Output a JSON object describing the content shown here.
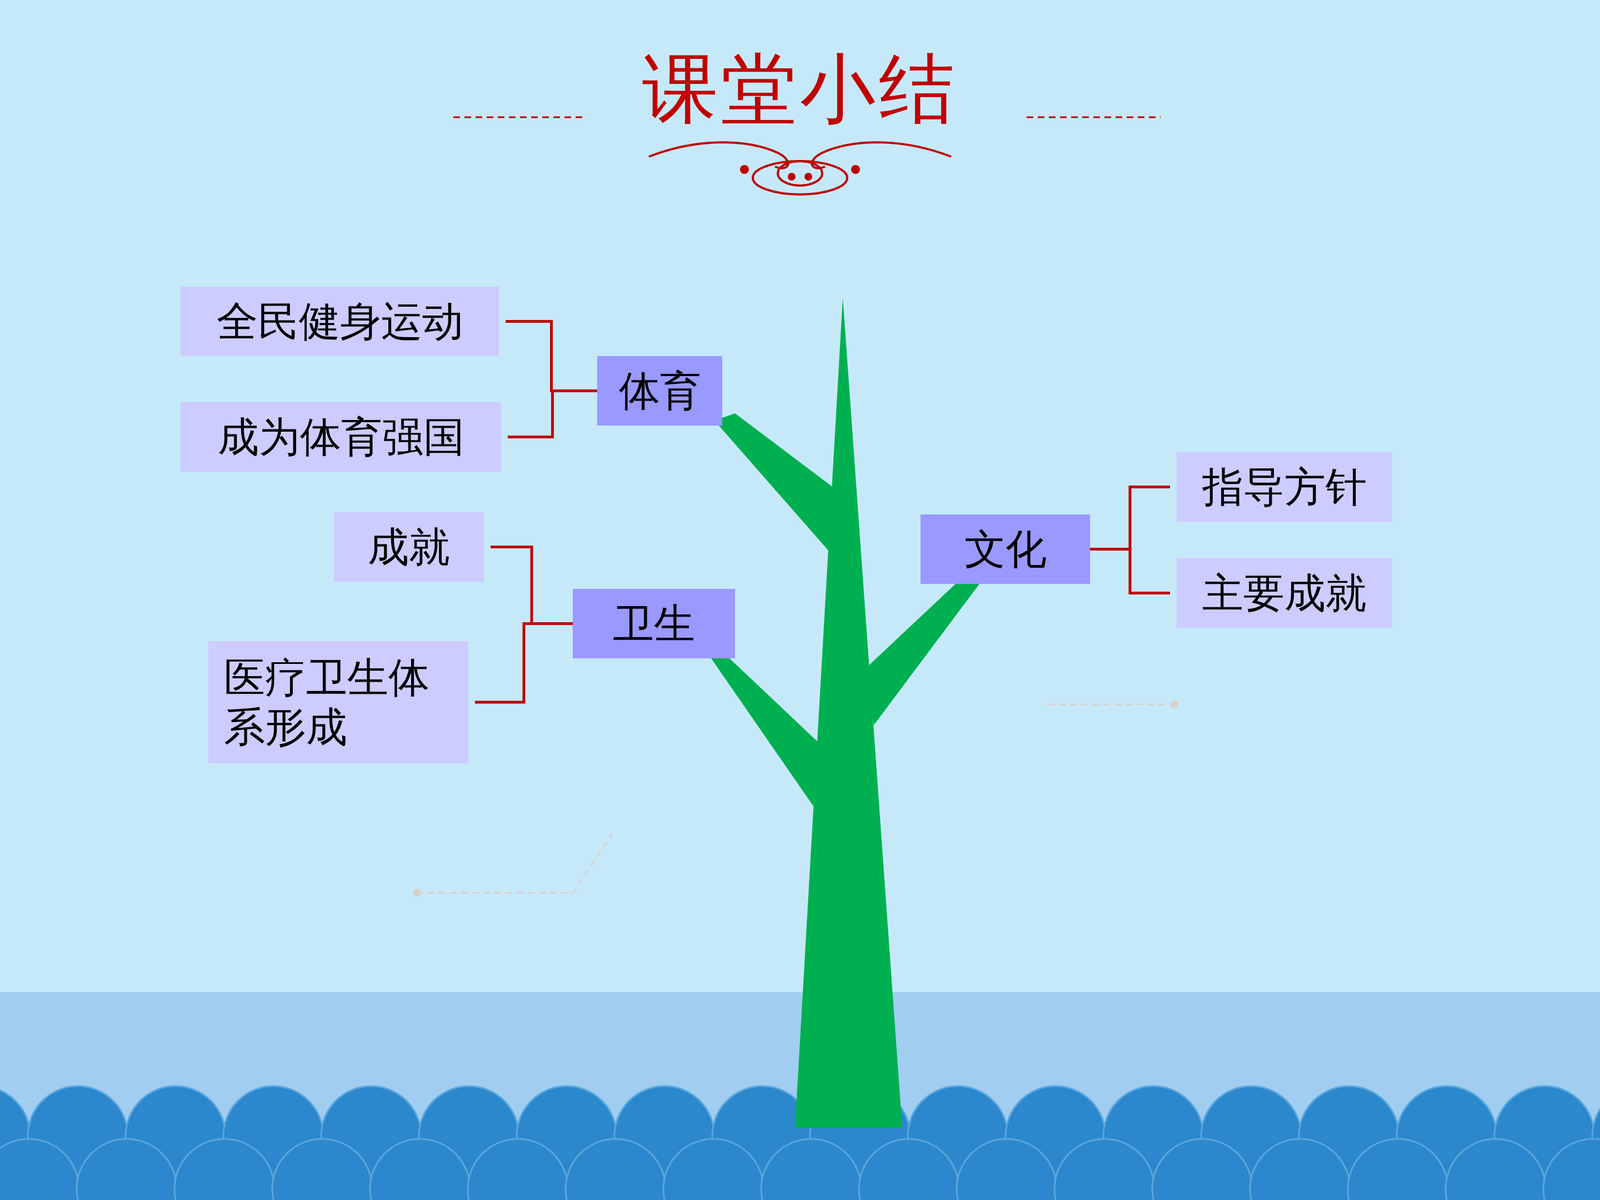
{
  "diagram": {
    "title": "课堂小结",
    "nodes": [
      {
        "text": [
          "全民健身运动"
        ]
      },
      {
        "text": [
          "成为体育强国"
        ]
      },
      {
        "text": [
          "体育"
        ]
      },
      {
        "text": [
          "成就"
        ]
      },
      {
        "text": [
          "医疗卫生体系形成"
        ]
      },
      {
        "text": [
          "卫生"
        ]
      },
      {
        "text": [
          "文化"
        ]
      },
      {
        "text": [
          "指导方针"
        ]
      },
      {
        "text": [
          "主要成就"
        ]
      }
    ],
    "edges": [
      {
        "from": 2,
        "to": 0,
        "arrow": "none"
      },
      {
        "from": 2,
        "to": 1,
        "arrow": "none"
      },
      {
        "from": 5,
        "to": 3,
        "arrow": "none"
      },
      {
        "from": 5,
        "to": 4,
        "arrow": "none"
      },
      {
        "from": 6,
        "to": 7,
        "arrow": "none"
      },
      {
        "from": 6,
        "to": 8,
        "arrow": "none"
      }
    ]
  }
}
